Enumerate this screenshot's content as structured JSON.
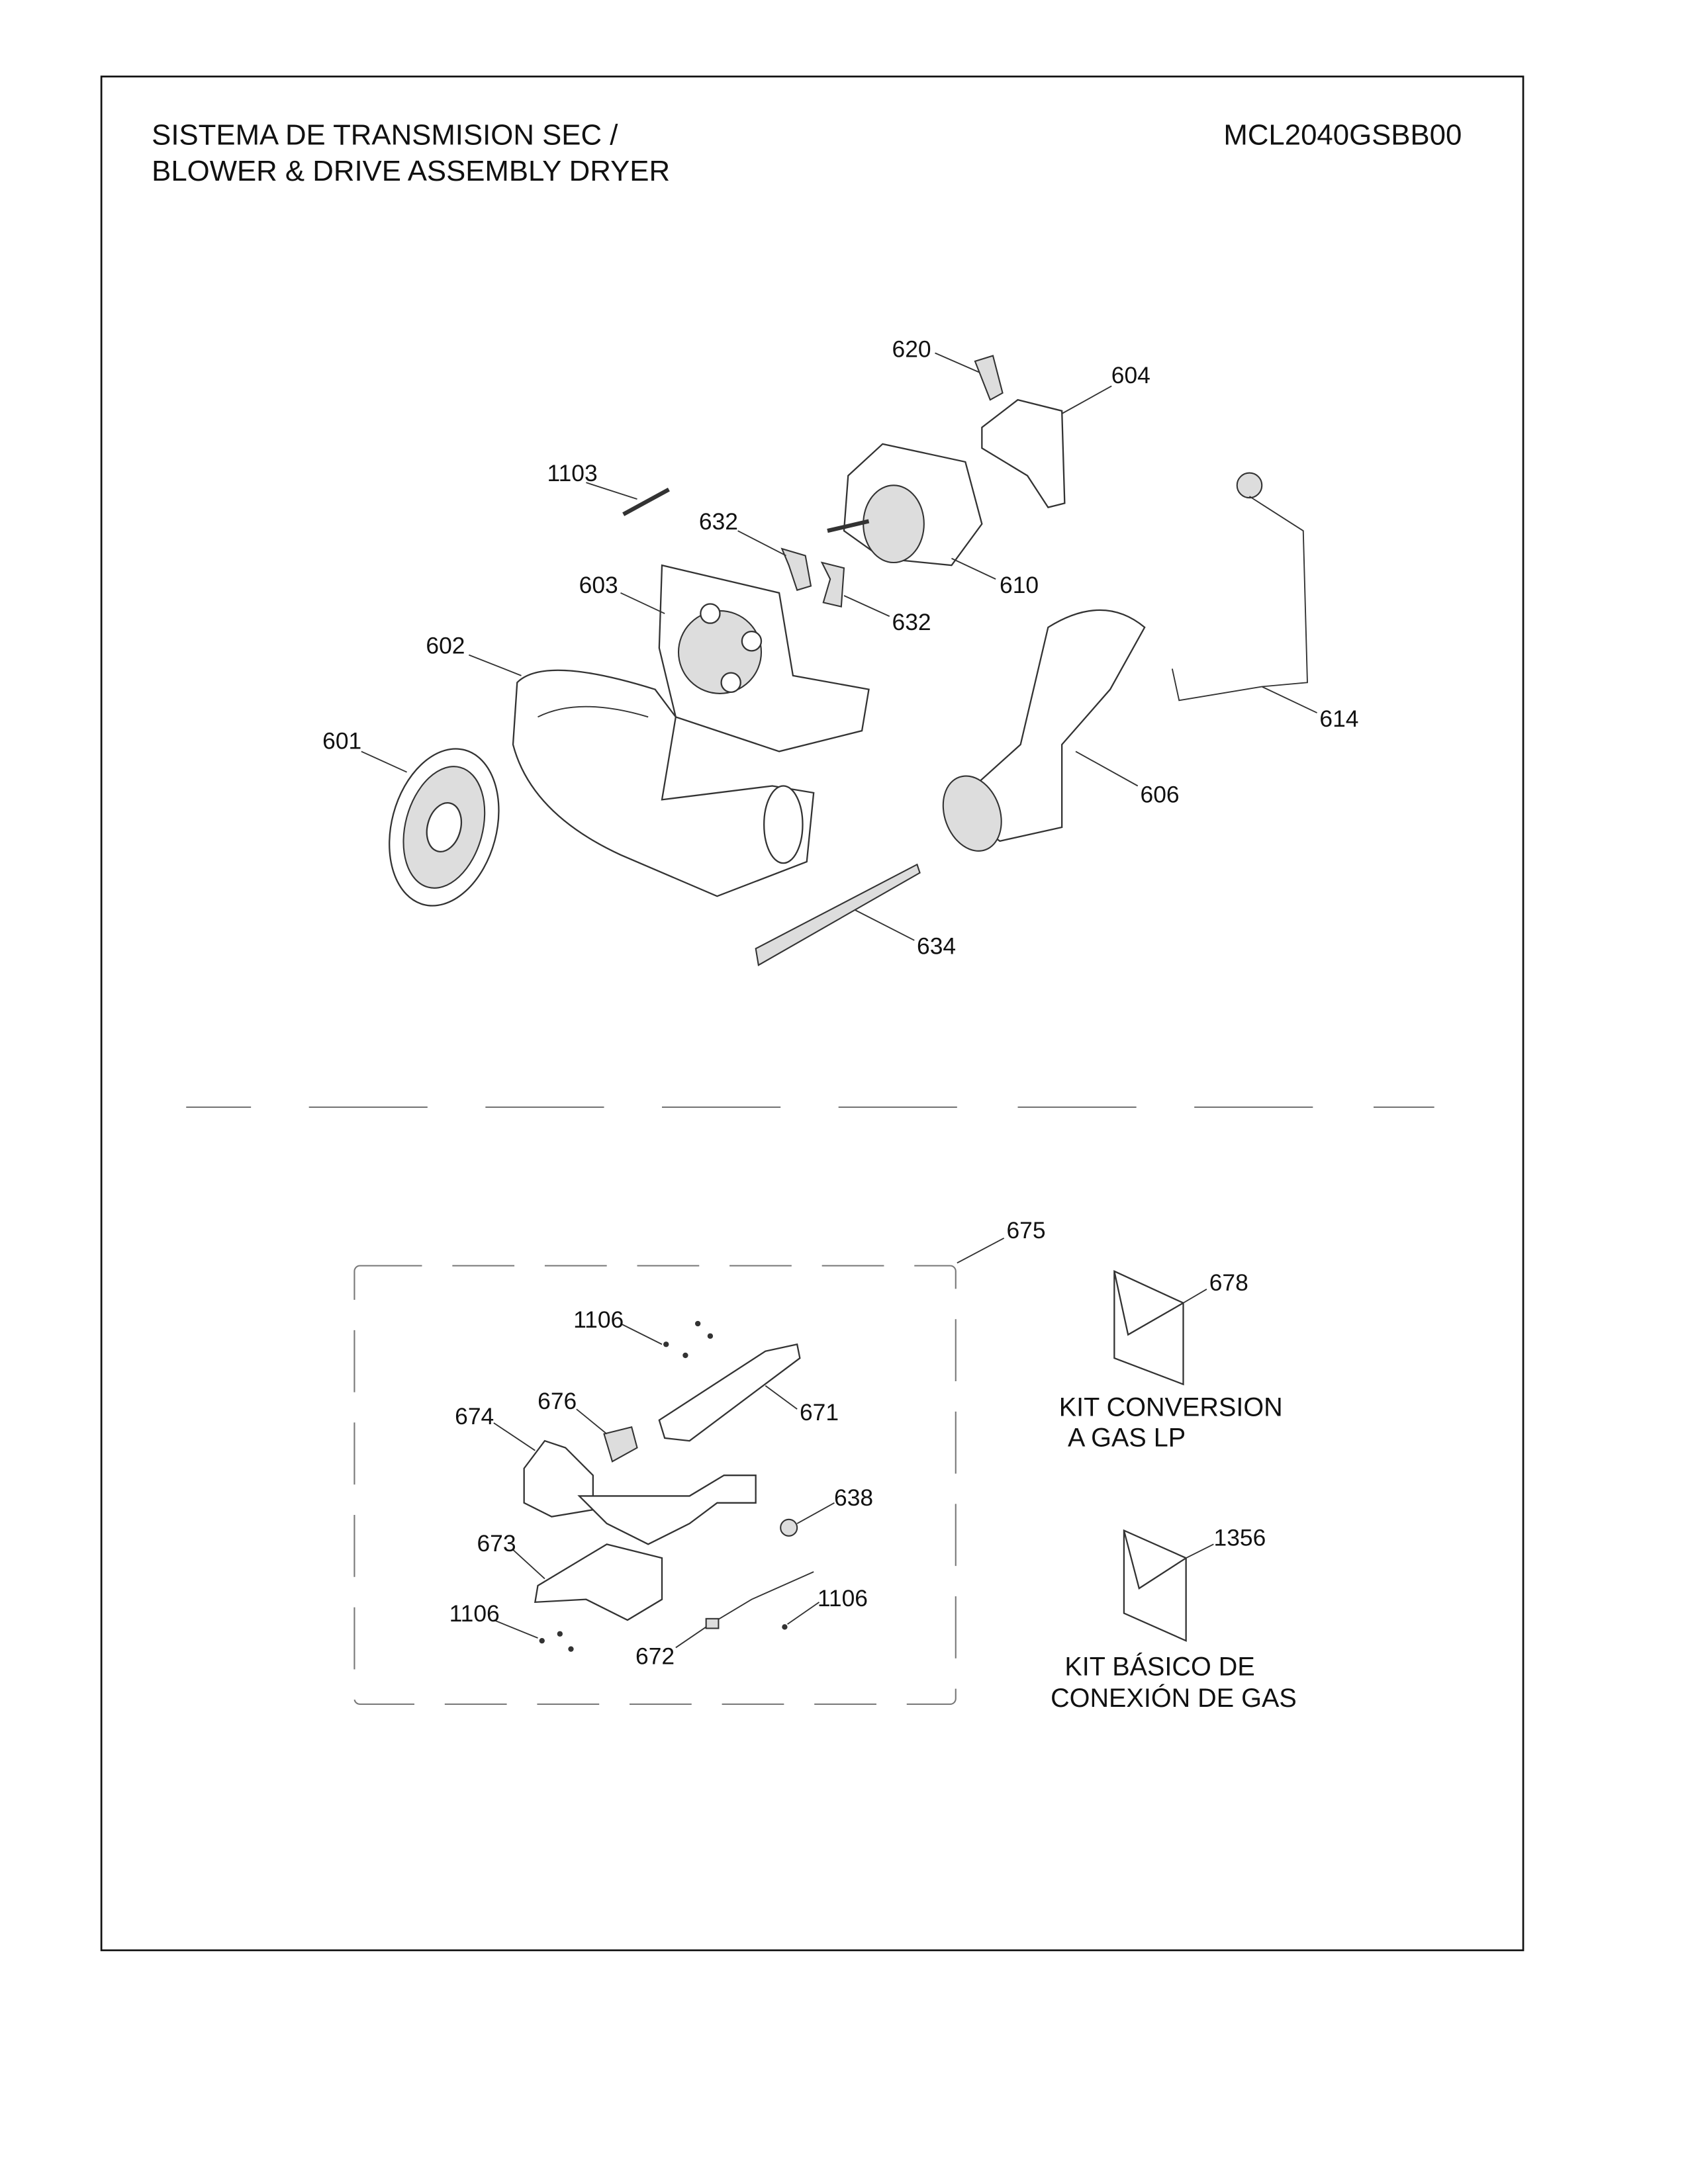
{
  "header": {
    "title_line1": "SISTEMA DE TRANSMISION SEC /",
    "title_line2": "BLOWER & DRIVE ASSEMBLY DRYER",
    "model": "MCL2040GSBB00"
  },
  "upper_diagram": {
    "labels": {
      "p620": "620",
      "p604": "604",
      "p1103": "1103",
      "p632a": "632",
      "p603": "603",
      "p610": "610",
      "p632b": "632",
      "p602": "602",
      "p614": "614",
      "p601": "601",
      "p606": "606",
      "p634": "634"
    }
  },
  "lower_diagram": {
    "labels": {
      "p675": "675",
      "p678": "678",
      "p1106a": "1106",
      "p676": "676",
      "p671": "671",
      "p674": "674",
      "p638": "638",
      "p673": "673",
      "p1106b": "1106",
      "p1106c": "1106",
      "p672": "672",
      "p1356": "1356"
    },
    "kit_conversion": {
      "line1": "KIT CONVERSION",
      "line2": "A GAS  LP"
    },
    "kit_basico": {
      "line1": "KIT BÁSICO DE",
      "line2": "CONEXIÓN DE GAS"
    }
  }
}
